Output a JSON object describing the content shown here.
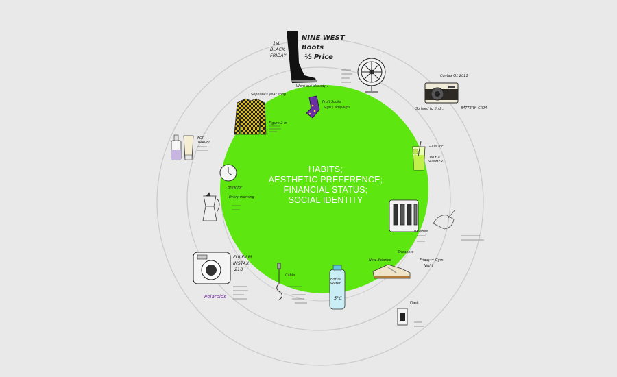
{
  "center": {
    "lines": [
      "HABITS;",
      "AESTHETIC PREFERENCE;",
      "FINANCIAL STATUS;",
      "SOCIAL IDENTITY"
    ]
  },
  "colors": {
    "background": "#e9e9e9",
    "core": "#5de610",
    "ring": "#c9c9c9",
    "ink": "#1e1e1e"
  },
  "notes": {
    "boots_brand": "NINE WEST",
    "boots_line2": "Boots",
    "boots_price": "½ Price",
    "boots_first": "1st",
    "boots_black": "BLACK",
    "boots_friday": "FRIDAY",
    "boots_worn": "Worn out already...",
    "socks": "Fruit Socks",
    "socks_line2": "Sign Campaign",
    "shirt_top": "Sephora's year shop",
    "shirt_side": "Figure 2 in",
    "travel": "FOR",
    "travel_line2": "TRAVEL",
    "camera_type": "Contax G1 2011",
    "camera_battery": "BATTERY: CR2A",
    "camera_find": "So hard to find...",
    "glass": "Glass for",
    "glass_line2": "ONLY a",
    "glass_line3": "SUMMER",
    "brushes": "Brushes",
    "fuji_brand": "FUJIFILM",
    "fuji_model": "INSTAX",
    "fuji_number": "210",
    "polaroids": "Polaroids",
    "shoes": "New Balance",
    "shoes_line2": "Sneakers",
    "friday_gym": "Friday = Gym",
    "friday_gym_line2": "Night",
    "flask": "Flask",
    "water_bottle": "Bottle",
    "water_bottle_line2": "Water",
    "water_temp": "5°C",
    "cable": "Cable",
    "mug": "Brew for",
    "mug_line2": "Every morning"
  }
}
